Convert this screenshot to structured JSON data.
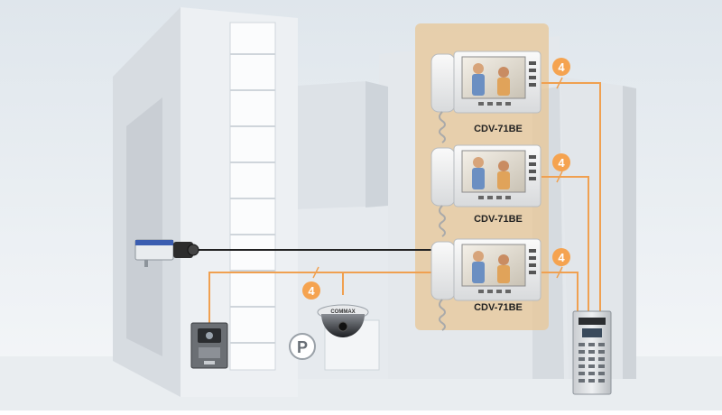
{
  "monitors": [
    {
      "model": "CDV-71BE"
    },
    {
      "model": "CDV-71BE"
    },
    {
      "model": "CDV-71BE"
    }
  ],
  "wire_badges": [
    "4",
    "4",
    "4",
    "4"
  ],
  "parking_symbol": "P",
  "dome_camera_brand": "COMMAX",
  "colors": {
    "wire": "#f0a050",
    "badge": "#f5a350",
    "highlight": "#e8c89a",
    "sky_top": "#dfe6ec",
    "sky_bottom": "#f4f6f8"
  }
}
